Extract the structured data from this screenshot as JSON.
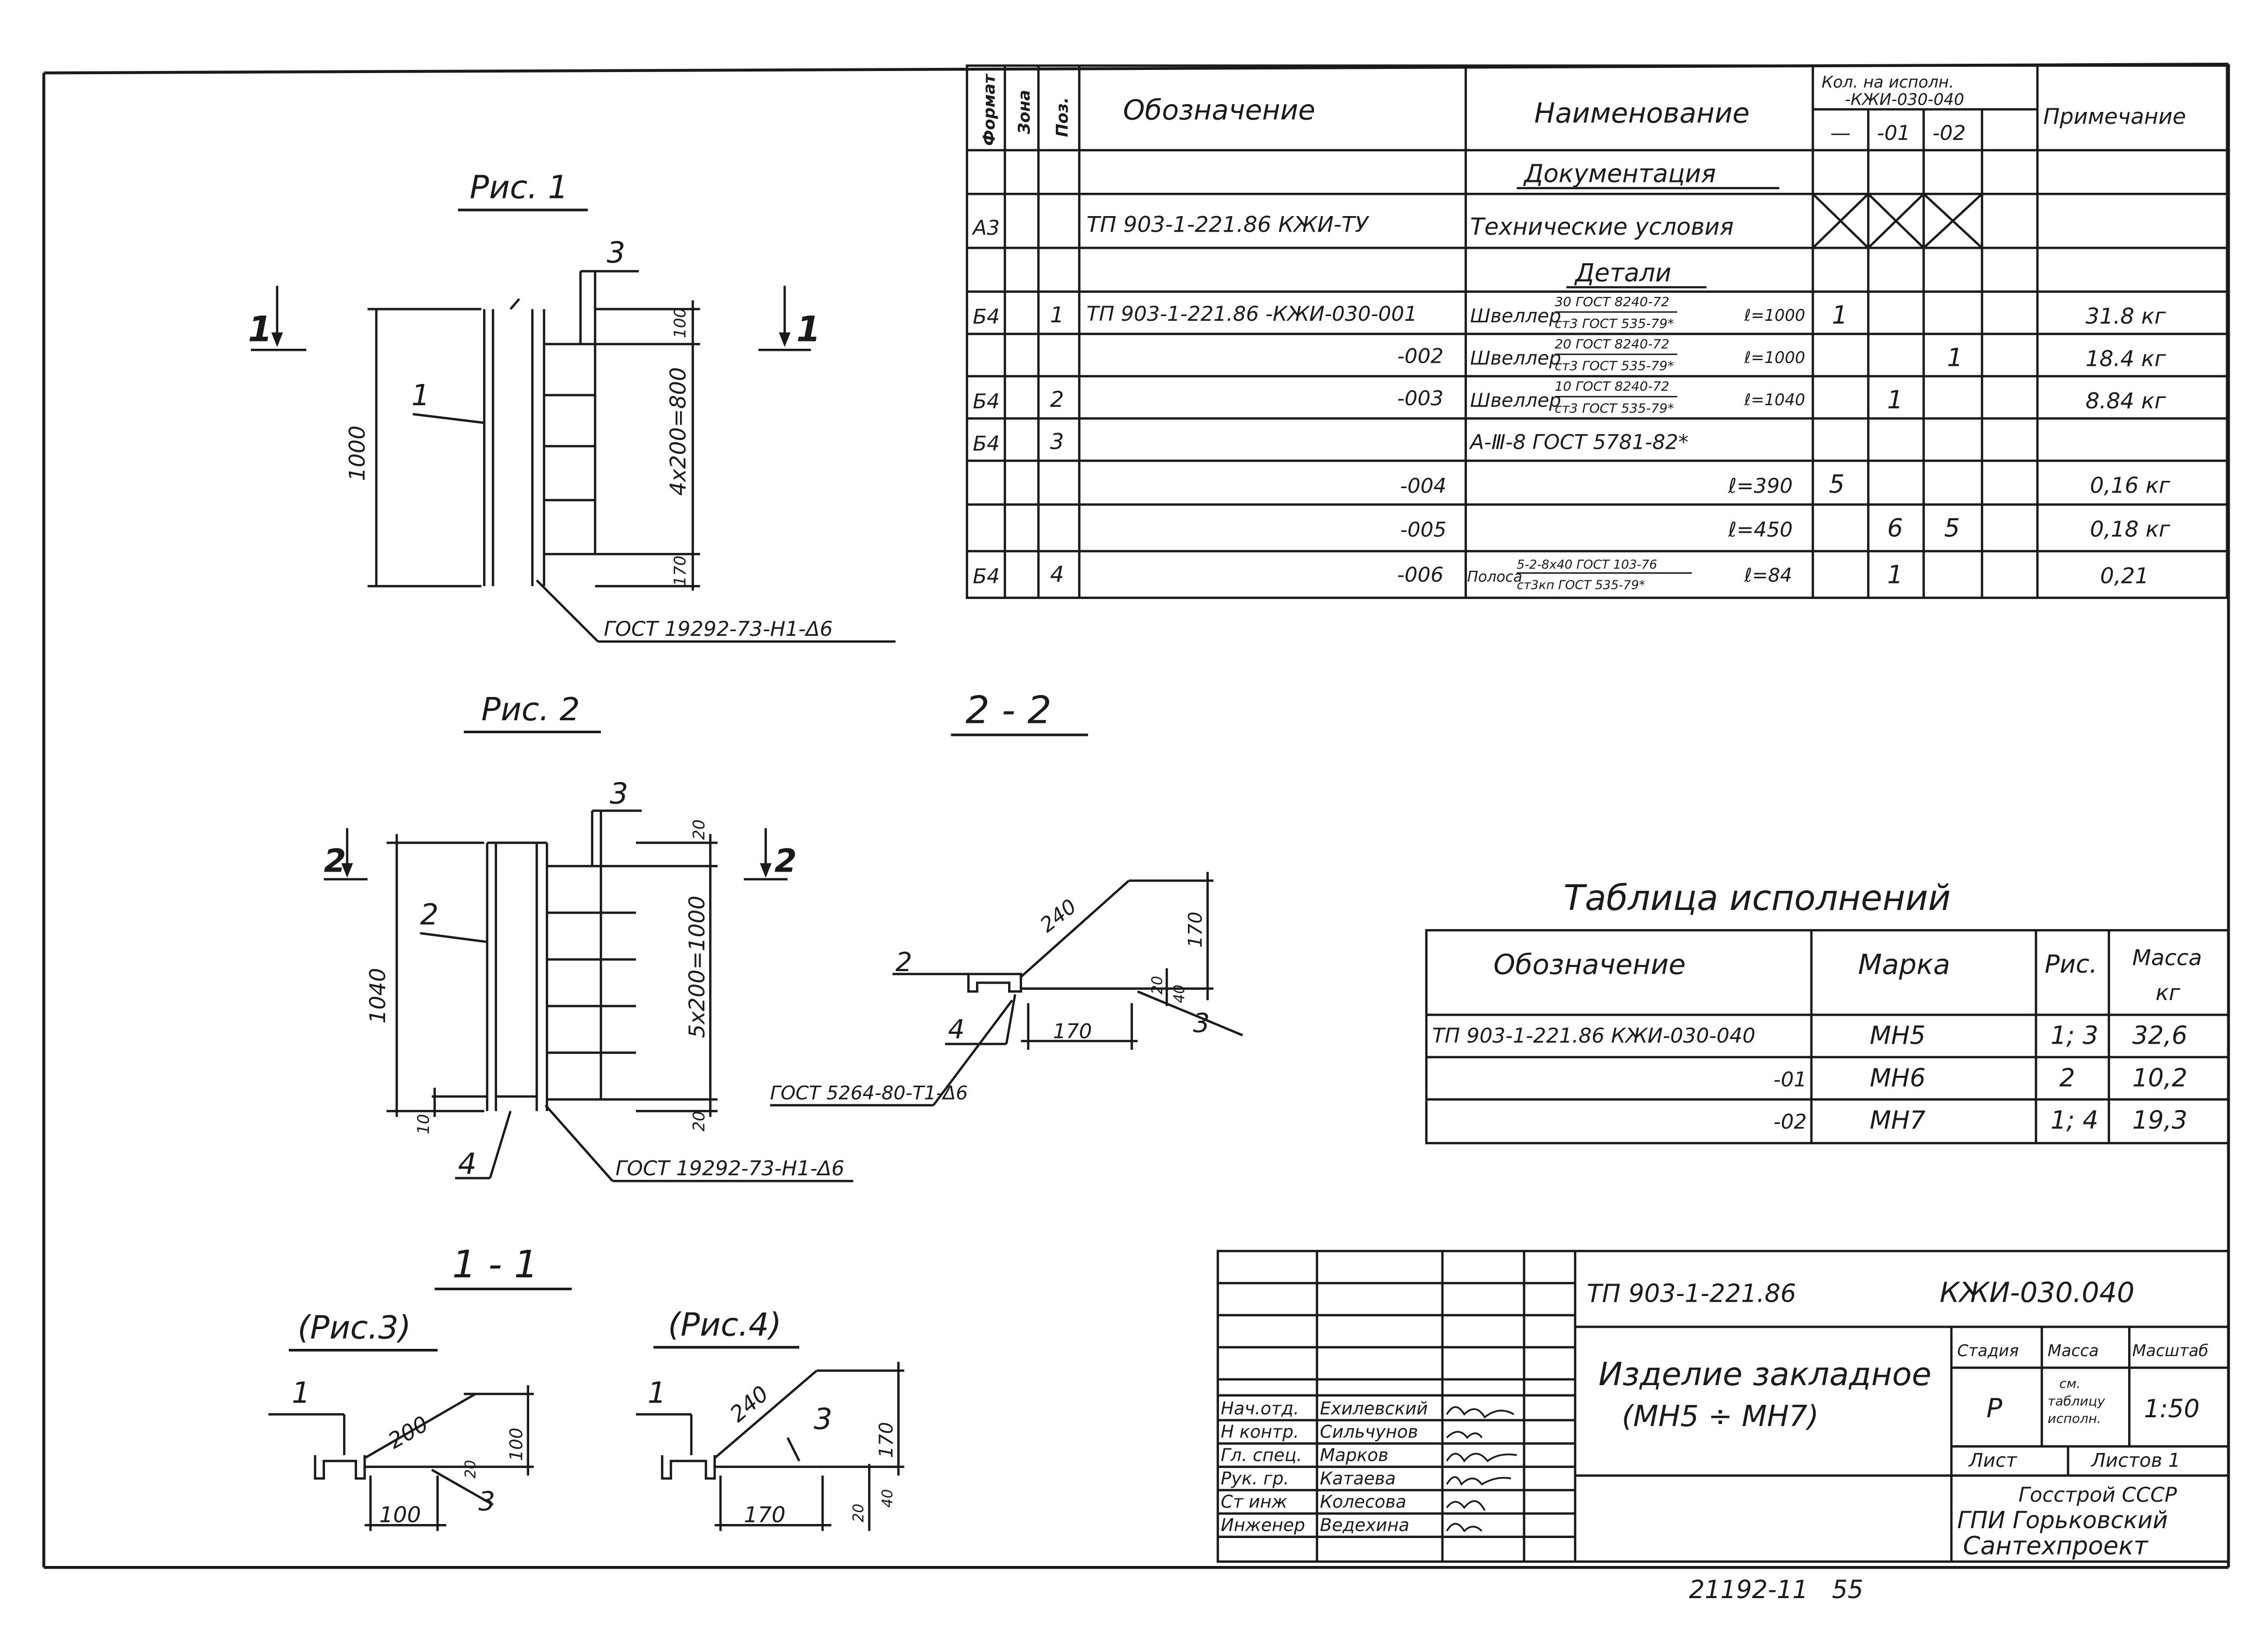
{
  "spec": {
    "headers": {
      "format": "Формат",
      "zone": "Зона",
      "pos": "Поз.",
      "designation": "Обозначение",
      "name": "Наименование",
      "qty": "Кол. на исполн.\n-КЖИ-030-040",
      "qty_cols": [
        "—",
        "-01",
        "-02"
      ],
      "note": "Примечание"
    },
    "section_docs": "Документация",
    "section_parts": "Детали",
    "rows": [
      {
        "format": "А3",
        "pos": "",
        "designation": "ТП 903-1-221.86 КЖИ-ТУ",
        "name": "Технические условия",
        "q1": "",
        "q2": "",
        "q3": "",
        "note": ""
      },
      {
        "format": "Б4",
        "pos": "1",
        "designation": "ТП 903-1-221.86 -КЖИ-030-001",
        "name_a": "Швеллер",
        "frac_top": "30 ГОСТ 8240-72",
        "frac_bot": "ст3 ГОСТ 535-79*",
        "len": "ℓ=1000",
        "q1": "1",
        "q2": "",
        "q3": "",
        "note": "31.8 кг"
      },
      {
        "format": "",
        "pos": "",
        "designation": "-002",
        "name_a": "Швеллер",
        "frac_top": "20 ГОСТ 8240-72",
        "frac_bot": "ст3 ГОСТ 535-79*",
        "len": "ℓ=1000",
        "q1": "",
        "q2": "",
        "q3": "1",
        "note": "18.4 кг"
      },
      {
        "format": "Б4",
        "pos": "2",
        "designation": "-003",
        "name_a": "Швеллер",
        "frac_top": "10 ГОСТ 8240-72",
        "frac_bot": "ст3 ГОСТ 535-79*",
        "len": "ℓ=1040",
        "q1": "",
        "q2": "1",
        "q3": "",
        "note": "8.84 кг"
      },
      {
        "format": "Б4",
        "pos": "3",
        "designation": "",
        "name": "A-Ⅲ-8 ГОСТ 5781-82*",
        "q1": "",
        "q2": "",
        "q3": "",
        "note": ""
      },
      {
        "format": "",
        "pos": "",
        "designation": "-004",
        "len": "ℓ=390",
        "q1": "5",
        "q2": "",
        "q3": "",
        "note": "0,16 кг"
      },
      {
        "format": "",
        "pos": "",
        "designation": "-005",
        "len": "ℓ=450",
        "q1": "",
        "q2": "6",
        "q3": "5",
        "note": "0,18 кг"
      },
      {
        "format": "Б4",
        "pos": "4",
        "designation": "-006",
        "name_a": "Полоса",
        "frac_top": "5-2-8х40 ГОСТ 103-76",
        "frac_bot": "ст3кп ГОСТ 535-79*",
        "len": "ℓ=84",
        "q1": "",
        "q2": "1",
        "q3": "",
        "note": "0,21"
      }
    ]
  },
  "figures": {
    "fig1": "Рис. 1",
    "fig2": "Рис. 2",
    "sec22": "2 - 2",
    "sec11": "1 - 1",
    "fig3": "(Рис.3)",
    "fig4": "(Рис.4)",
    "cut1": "1",
    "cut2": "2",
    "dims": {
      "h1000": "1000",
      "rebar800": "4х200=800",
      "d100": "100",
      "d170": "170",
      "weld1": "ГОСТ 19292-73-Н1-Δ6",
      "h1040": "1040",
      "rebar1000": "5х200=1000",
      "d20": "20",
      "d10": "10",
      "weld2": "ГОСТ 19292-73-Н1-Δ6",
      "weld3": "ГОСТ 5264-80-Т1-Δ6",
      "d240": "240",
      "d40": "40",
      "d200": "200"
    },
    "positions": {
      "p1": "1",
      "p2": "2",
      "p3": "3",
      "p4": "4"
    }
  },
  "variants": {
    "title": "Таблица исполнений",
    "headers": {
      "designation": "Обозначение",
      "mark": "Марка",
      "fig": "Рис.",
      "mass": "Масса кг"
    },
    "rows": [
      {
        "designation": "ТП 903-1-221.86 КЖИ-030-040",
        "mark": "МН5",
        "fig": "1; 3",
        "mass": "32,6"
      },
      {
        "designation": "-01",
        "mark": "МН6",
        "fig": "2",
        "mass": "10,2"
      },
      {
        "designation": "-02",
        "mark": "МН7",
        "fig": "1; 4",
        "mass": "19,3"
      }
    ]
  },
  "stamp": {
    "project": "ТП 903-1-221.86",
    "code": "КЖИ-030.040",
    "title_line1": "Изделие закладное",
    "title_line2": "(МН5 ÷ МН7)",
    "stage_h": "Стадия",
    "mass_h": "Масса",
    "scale_h": "Масштаб",
    "stage": "Р",
    "mass": "см. таблицу исполн.",
    "scale": "1:50",
    "sheet": "Лист",
    "sheets": "Листов 1",
    "org1": "Госстрой СССР",
    "org2": "ГПИ Горьковский",
    "org3": "Сантехпроект",
    "people": [
      {
        "role": "Нач.отд.",
        "name": "Ехилевский"
      },
      {
        "role": "Н контр.",
        "name": "Сильчунов"
      },
      {
        "role": "Гл. спец.",
        "name": "Марков"
      },
      {
        "role": "Рук. гр.",
        "name": "Катаева"
      },
      {
        "role": "Ст инж",
        "name": "Колесова"
      },
      {
        "role": "Инженер",
        "name": "Ведехина"
      }
    ]
  },
  "footer": "21192-11   55"
}
